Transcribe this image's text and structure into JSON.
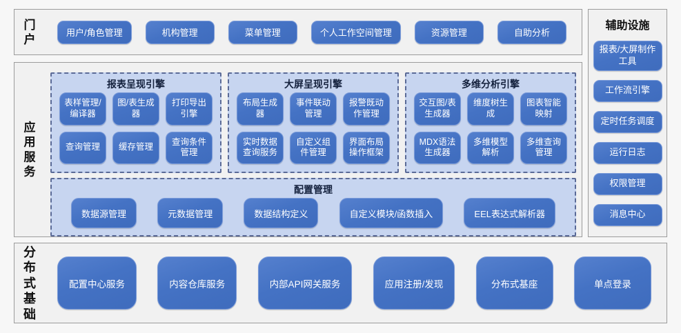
{
  "portal": {
    "label": "门户",
    "buttons": [
      "用户/角色管理",
      "机构管理",
      "菜单管理",
      "个人工作空间管理",
      "资源管理",
      "自助分析"
    ]
  },
  "app_services": {
    "label": "应用服务",
    "engines": [
      {
        "title": "报表呈现引擎",
        "buttons": [
          "表样管理/编译器",
          "图/表生成器",
          "打印导出引擎",
          "查询管理",
          "缓存管理",
          "查询条件管理"
        ]
      },
      {
        "title": "大屏呈现引擎",
        "buttons": [
          "布局生成器",
          "事件联动管理",
          "报警既动作管理",
          "实时数据查询服务",
          "自定义组件管理",
          "界面布局操作框架"
        ]
      },
      {
        "title": "多维分析引擎",
        "buttons": [
          "交互图/表生成器",
          "维度树生成",
          "图表智能映射",
          "MDX语法生成器",
          "多维模型解析",
          "多维查询管理"
        ]
      }
    ],
    "config": {
      "title": "配置管理",
      "buttons": [
        "数据源管理",
        "元数据管理",
        "数据结构定义",
        "自定义模块/函数插入",
        "EEL表达式解析器"
      ]
    }
  },
  "aux": {
    "title": "辅助设施",
    "buttons": [
      "报表/大屏制作工具",
      "工作流引擎",
      "定时任务调度",
      "运行日志",
      "权限管理",
      "消息中心"
    ]
  },
  "distributed": {
    "label": "分布式基础",
    "buttons": [
      "配置中心服务",
      "内容仓库服务",
      "内部API网关服务",
      "应用注册/发现",
      "分布式基座",
      "单点登录"
    ]
  },
  "colors": {
    "accent_blue": "#4472c4",
    "button_border": "#7b9bd9",
    "panel_bg": "#c7d5f0",
    "panel_dash_border": "#5a6a97",
    "section_bg": "#f1f1f1",
    "section_border": "#9b9b9b",
    "title_text": "#14213d",
    "button_text": "#ffffff"
  }
}
